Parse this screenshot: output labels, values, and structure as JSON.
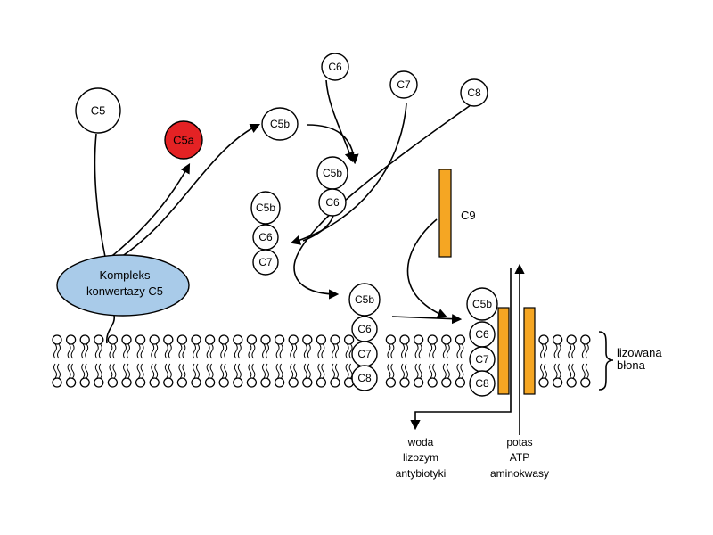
{
  "colors": {
    "background": "#ffffff",
    "c5a_fill": "#e42224",
    "convertase_fill": "#a9cbe9",
    "c9_fill": "#f5a623",
    "stroke": "#000000"
  },
  "labels": {
    "c5": "C5",
    "c5a": "C5a",
    "convertase_line1": "Kompleks",
    "convertase_line2": "konwertazy C5",
    "c5b": "C5b",
    "c6": "C6",
    "c7": "C7",
    "c8": "C8",
    "c9": "C9",
    "membrane_line1": "lizowana",
    "membrane_line2": "błona",
    "outflow": [
      "woda",
      "lizozym",
      "antybiotyki"
    ],
    "inflow": [
      "potas",
      "ATP",
      "aminokwasy"
    ]
  }
}
